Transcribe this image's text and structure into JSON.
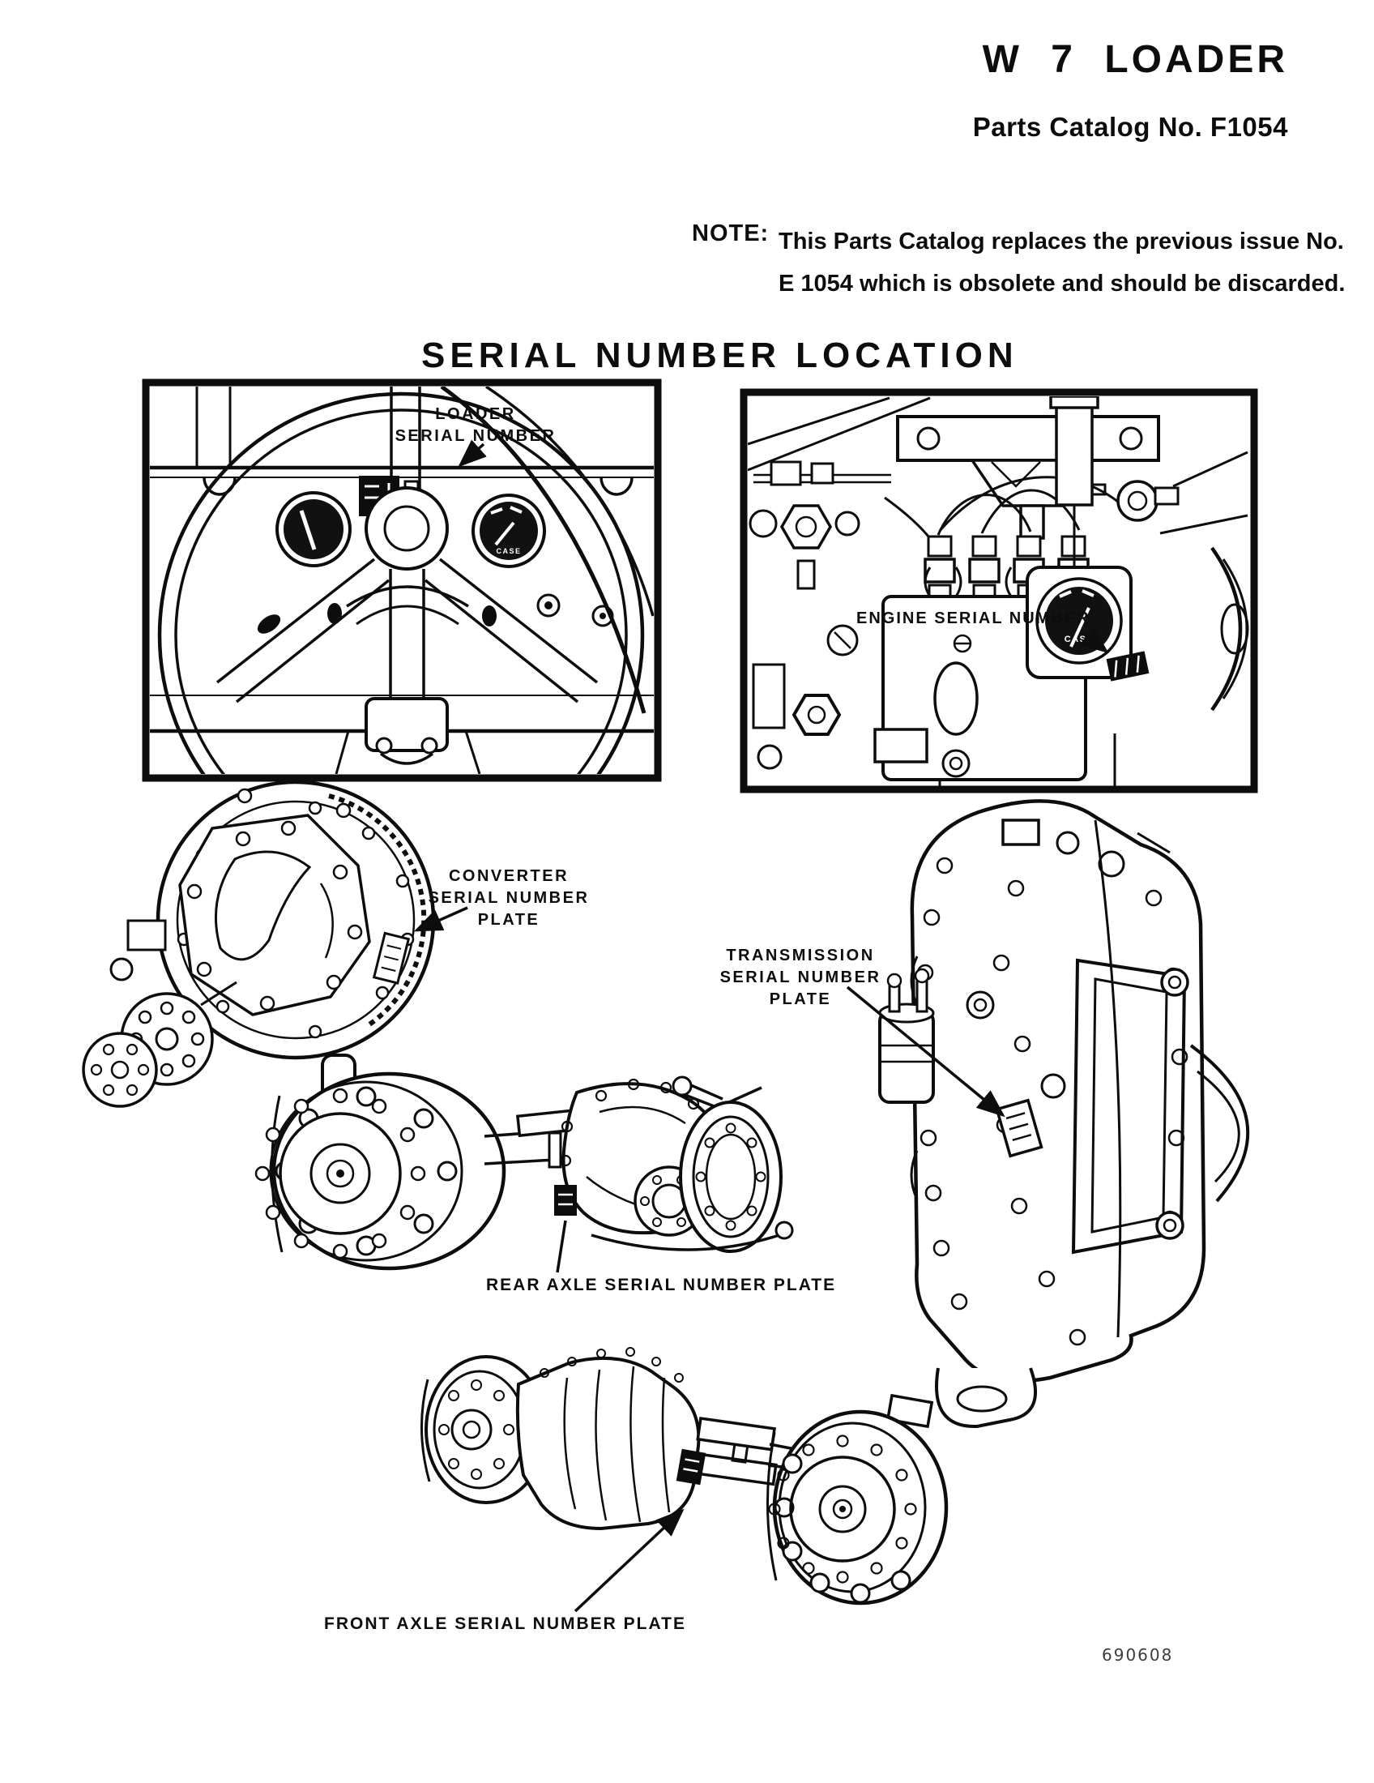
{
  "page": {
    "title": "W 7 LOADER",
    "subtitle": "Parts Catalog No. F1054",
    "note": {
      "label": "NOTE:",
      "line1": "This Parts Catalog replaces the previous issue No.",
      "line2": "E 1054 which is obsolete and should be discarded."
    },
    "section_heading": "SERIAL NUMBER LOCATION",
    "doc_number": "690608"
  },
  "callouts": {
    "loader": {
      "line1": "LOADER",
      "line2": "SERIAL NUMBER"
    },
    "engine": {
      "text": "ENGINE SERIAL NUMBER"
    },
    "converter": {
      "line1": "CONVERTER",
      "line2": "SERIAL NUMBER",
      "line3": "PLATE"
    },
    "transmission": {
      "line1": "TRANSMISSION",
      "line2": "SERIAL NUMBER",
      "line3": "PLATE"
    },
    "rear_axle": {
      "text": "REAR AXLE SERIAL NUMBER PLATE"
    },
    "front_axle": {
      "text": "FRONT AXLE SERIAL NUMBER PLATE"
    }
  },
  "illustrations": {
    "gauge_brand": "CASE"
  }
}
